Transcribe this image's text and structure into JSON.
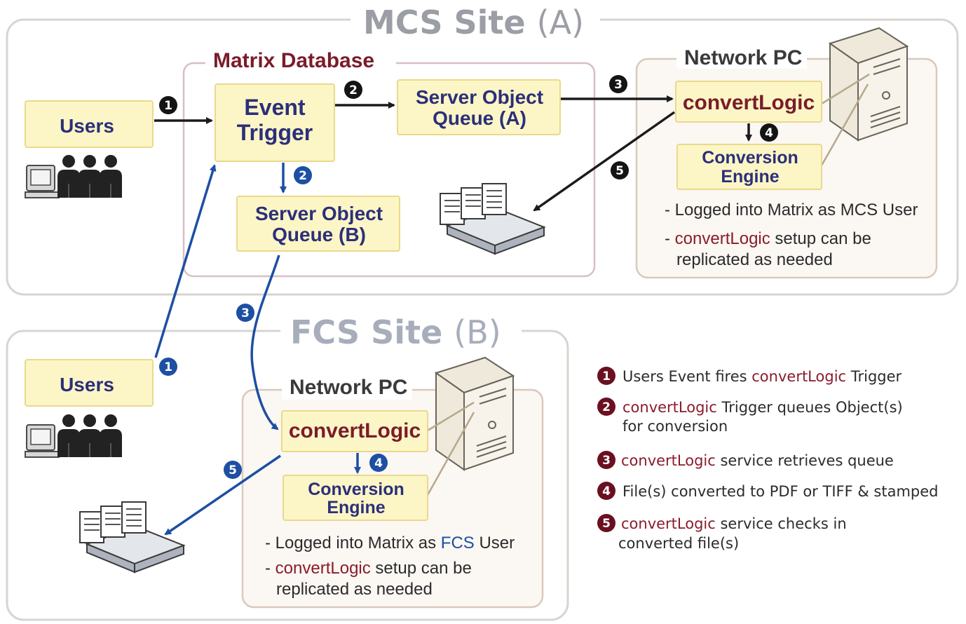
{
  "mcs_site": {
    "title": "MCS Site",
    "suffix": "(A)",
    "users_label": "Users",
    "matrix_db_title": "Matrix Database",
    "event_trigger": [
      "Event",
      "Trigger"
    ],
    "queue_a": [
      "Server Object",
      "Queue (A)"
    ],
    "queue_b": [
      "Server Object",
      "Queue (B)"
    ],
    "network_pc_title": "Network PC",
    "convertlogic_label": "convertLogic",
    "engine": [
      "Conversion",
      "Engine"
    ],
    "note1_prefix": "- Logged into Matrix as MCS User",
    "note2_prefix": "- ",
    "note2_highlight": "convertLogic",
    "note2_suffix": " setup can be",
    "note2_line2": "replicated  as needed"
  },
  "fcs_site": {
    "title": "FCS Site",
    "suffix": "(B)",
    "users_label": "Users",
    "network_pc_title": "Network PC",
    "convertlogic_label": "convertLogic",
    "engine": [
      "Conversion",
      "Engine"
    ],
    "note1_prefix": "- Logged into Matrix as ",
    "note1_highlight": "FCS",
    "note1_suffix": " User",
    "note2_prefix": "- ",
    "note2_highlight": "convertLogic",
    "note2_suffix": " setup can be",
    "note2_line2": "replicated  as needed"
  },
  "step_numbers": [
    "1",
    "2",
    "3",
    "4",
    "5"
  ],
  "legend": [
    {
      "num": "1",
      "before": "Users Event fires ",
      "highlight": "convertLogic",
      "after": " Trigger",
      "line2": ""
    },
    {
      "num": "2",
      "before": "",
      "highlight": "convertLogic",
      "after": " Trigger queues Object(s)",
      "line2": "for conversion"
    },
    {
      "num": "3",
      "before": "",
      "highlight": "convertLogic",
      "after": "  service retrieves queue",
      "line2": ""
    },
    {
      "num": "4",
      "before": "File(s) converted to PDF or TIFF & stamped",
      "highlight": "",
      "after": "",
      "line2": ""
    },
    {
      "num": "5",
      "before": "",
      "highlight": "convertLogic",
      "after": "  service checks in",
      "line2": "converted  file(s)"
    }
  ],
  "colors": {
    "mcs_flow": "#1b1b1b",
    "fcs_flow": "#1d4fa3",
    "highlight_red": "#8a1c2c",
    "highlight_blue": "#1d4fa3",
    "box_fill": "#fcf6c6"
  },
  "icons": [
    "users-group-icon",
    "server-tower-icon",
    "documents-drive-icon"
  ]
}
